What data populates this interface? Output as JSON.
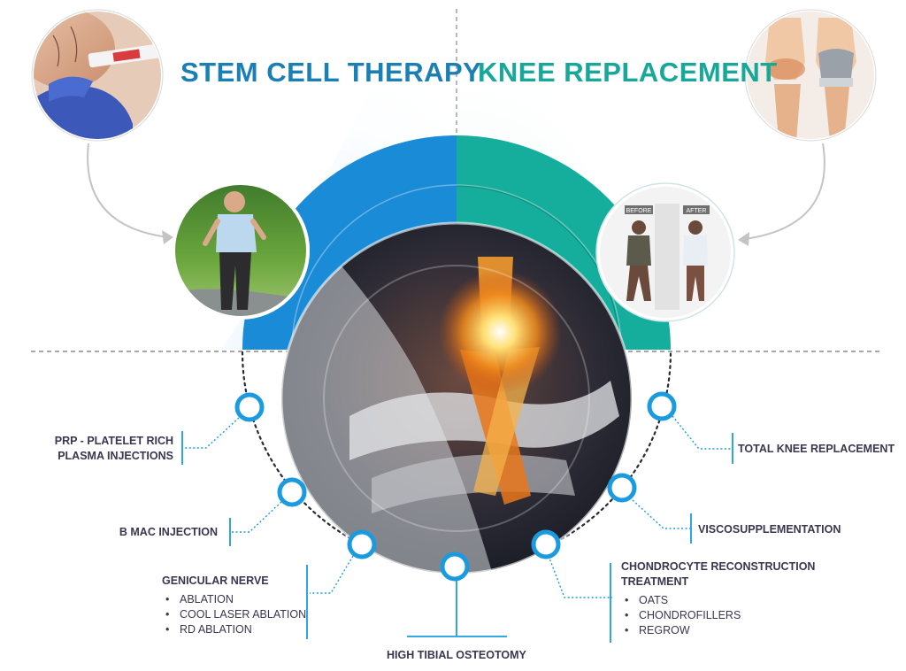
{
  "headings": {
    "stem_cell": "STEM CELL THERAPY",
    "knee_replacement": "KNEE REPLACEMENT"
  },
  "photos": {
    "before_tag": "BEFORE",
    "after_tag": "AFTER"
  },
  "labels": {
    "prp_line1": "PRP - PLATELET RICH",
    "prp_line2": "PLASMA INJECTIONS",
    "bmac": "B MAC INJECTION",
    "genicular": "GENICULAR NERVE",
    "genicular_items": [
      "ABLATION",
      "COOL LASER ABLATION",
      "RD ABLATION"
    ],
    "hto": "HIGH TIBIAL OSTEOTOMY",
    "chondro_line1": "CHONDROCYTE RECONSTRUCTION",
    "chondro_line2": "TREATMENT",
    "chondro_items": [
      "OATS",
      "CHONDROFILLERS",
      "REGROW"
    ],
    "visco": "VISCOSUPPLEMENTATION",
    "tkr": "TOTAL KNEE REPLACEMENT"
  },
  "colors": {
    "stem_blue": "#1a8bd6",
    "knee_teal": "#15ad9c",
    "node_blue": "#1a9be0",
    "text_dark": "#3a3650",
    "guide_grey": "#b9b9b9"
  }
}
